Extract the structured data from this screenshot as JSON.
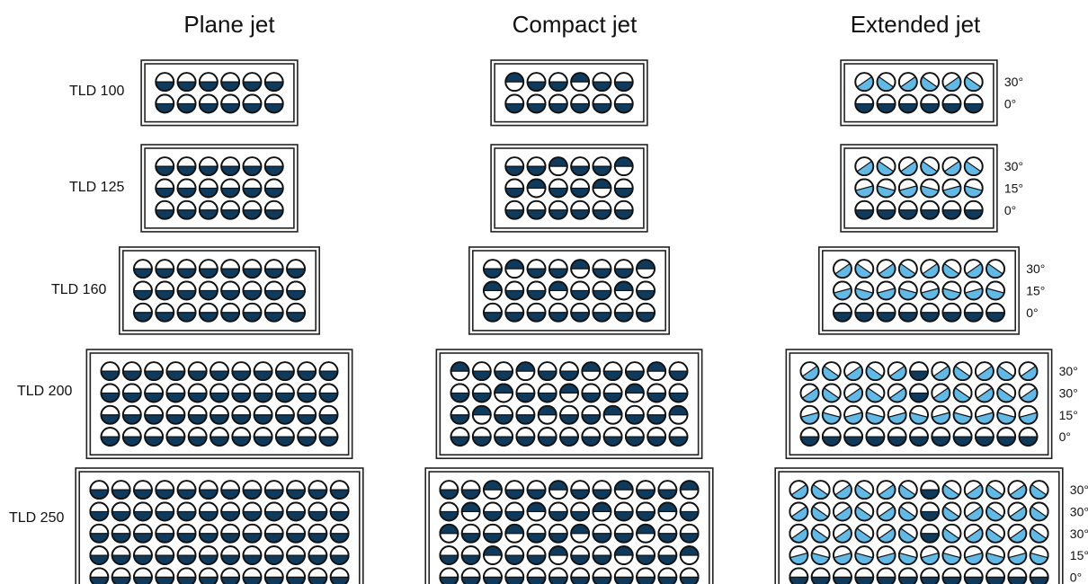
{
  "columns": [
    {
      "key": "plane",
      "title": "Plane jet"
    },
    {
      "key": "compact",
      "title": "Compact jet"
    },
    {
      "key": "extended",
      "title": "Extended jet"
    }
  ],
  "rows": [
    {
      "label": "TLD 100",
      "cols": 6,
      "rows": 2,
      "angles": [
        "30°",
        "0°"
      ]
    },
    {
      "label": "TLD 125",
      "cols": 6,
      "rows": 3,
      "angles": [
        "30°",
        "15°",
        "0°"
      ]
    },
    {
      "label": "TLD 160",
      "cols": 8,
      "rows": 3,
      "angles": [
        "30°",
        "15°",
        "0°"
      ]
    },
    {
      "label": "TLD 200",
      "cols": 11,
      "rows": 4,
      "angles": [
        "30°",
        "30°",
        "15°",
        "0°"
      ]
    },
    {
      "label": "TLD 250",
      "cols": 12,
      "rows": 5,
      "angles": [
        "30°",
        "30°",
        "30°",
        "15°",
        "0°"
      ]
    }
  ],
  "colors": {
    "nozzle_dark": "#0f3a5c",
    "nozzle_light": "#63b9e6",
    "nozzle_outline": "#111111",
    "panel_border": "#222222"
  }
}
